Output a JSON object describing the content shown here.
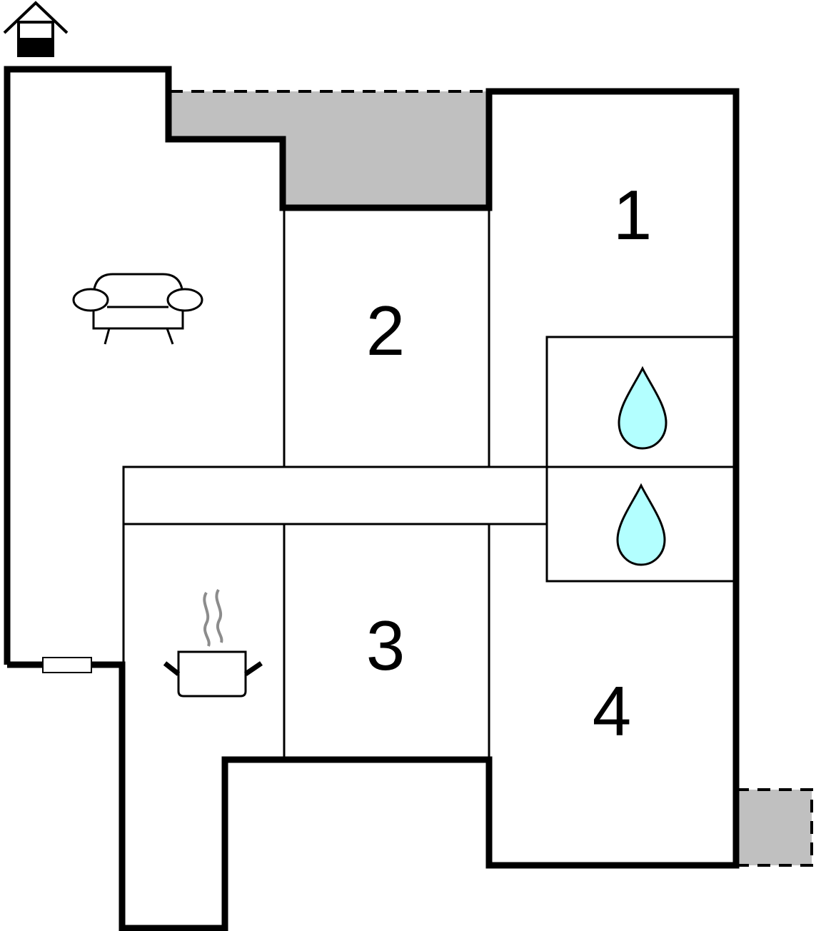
{
  "diagram": {
    "type": "floor-plan",
    "room_labels": [
      "1",
      "2",
      "3",
      "4"
    ],
    "icons": [
      "house-entrance-icon",
      "sofa-icon",
      "water-drop-icon",
      "water-drop-icon",
      "cooking-pot-icon"
    ],
    "colors": {
      "wall": "#000000",
      "terrace_fill": "#c0c0c0",
      "water_drop_fill": "#b3ffff",
      "steam": "#8c8c8c",
      "background": "#ffffff"
    }
  }
}
